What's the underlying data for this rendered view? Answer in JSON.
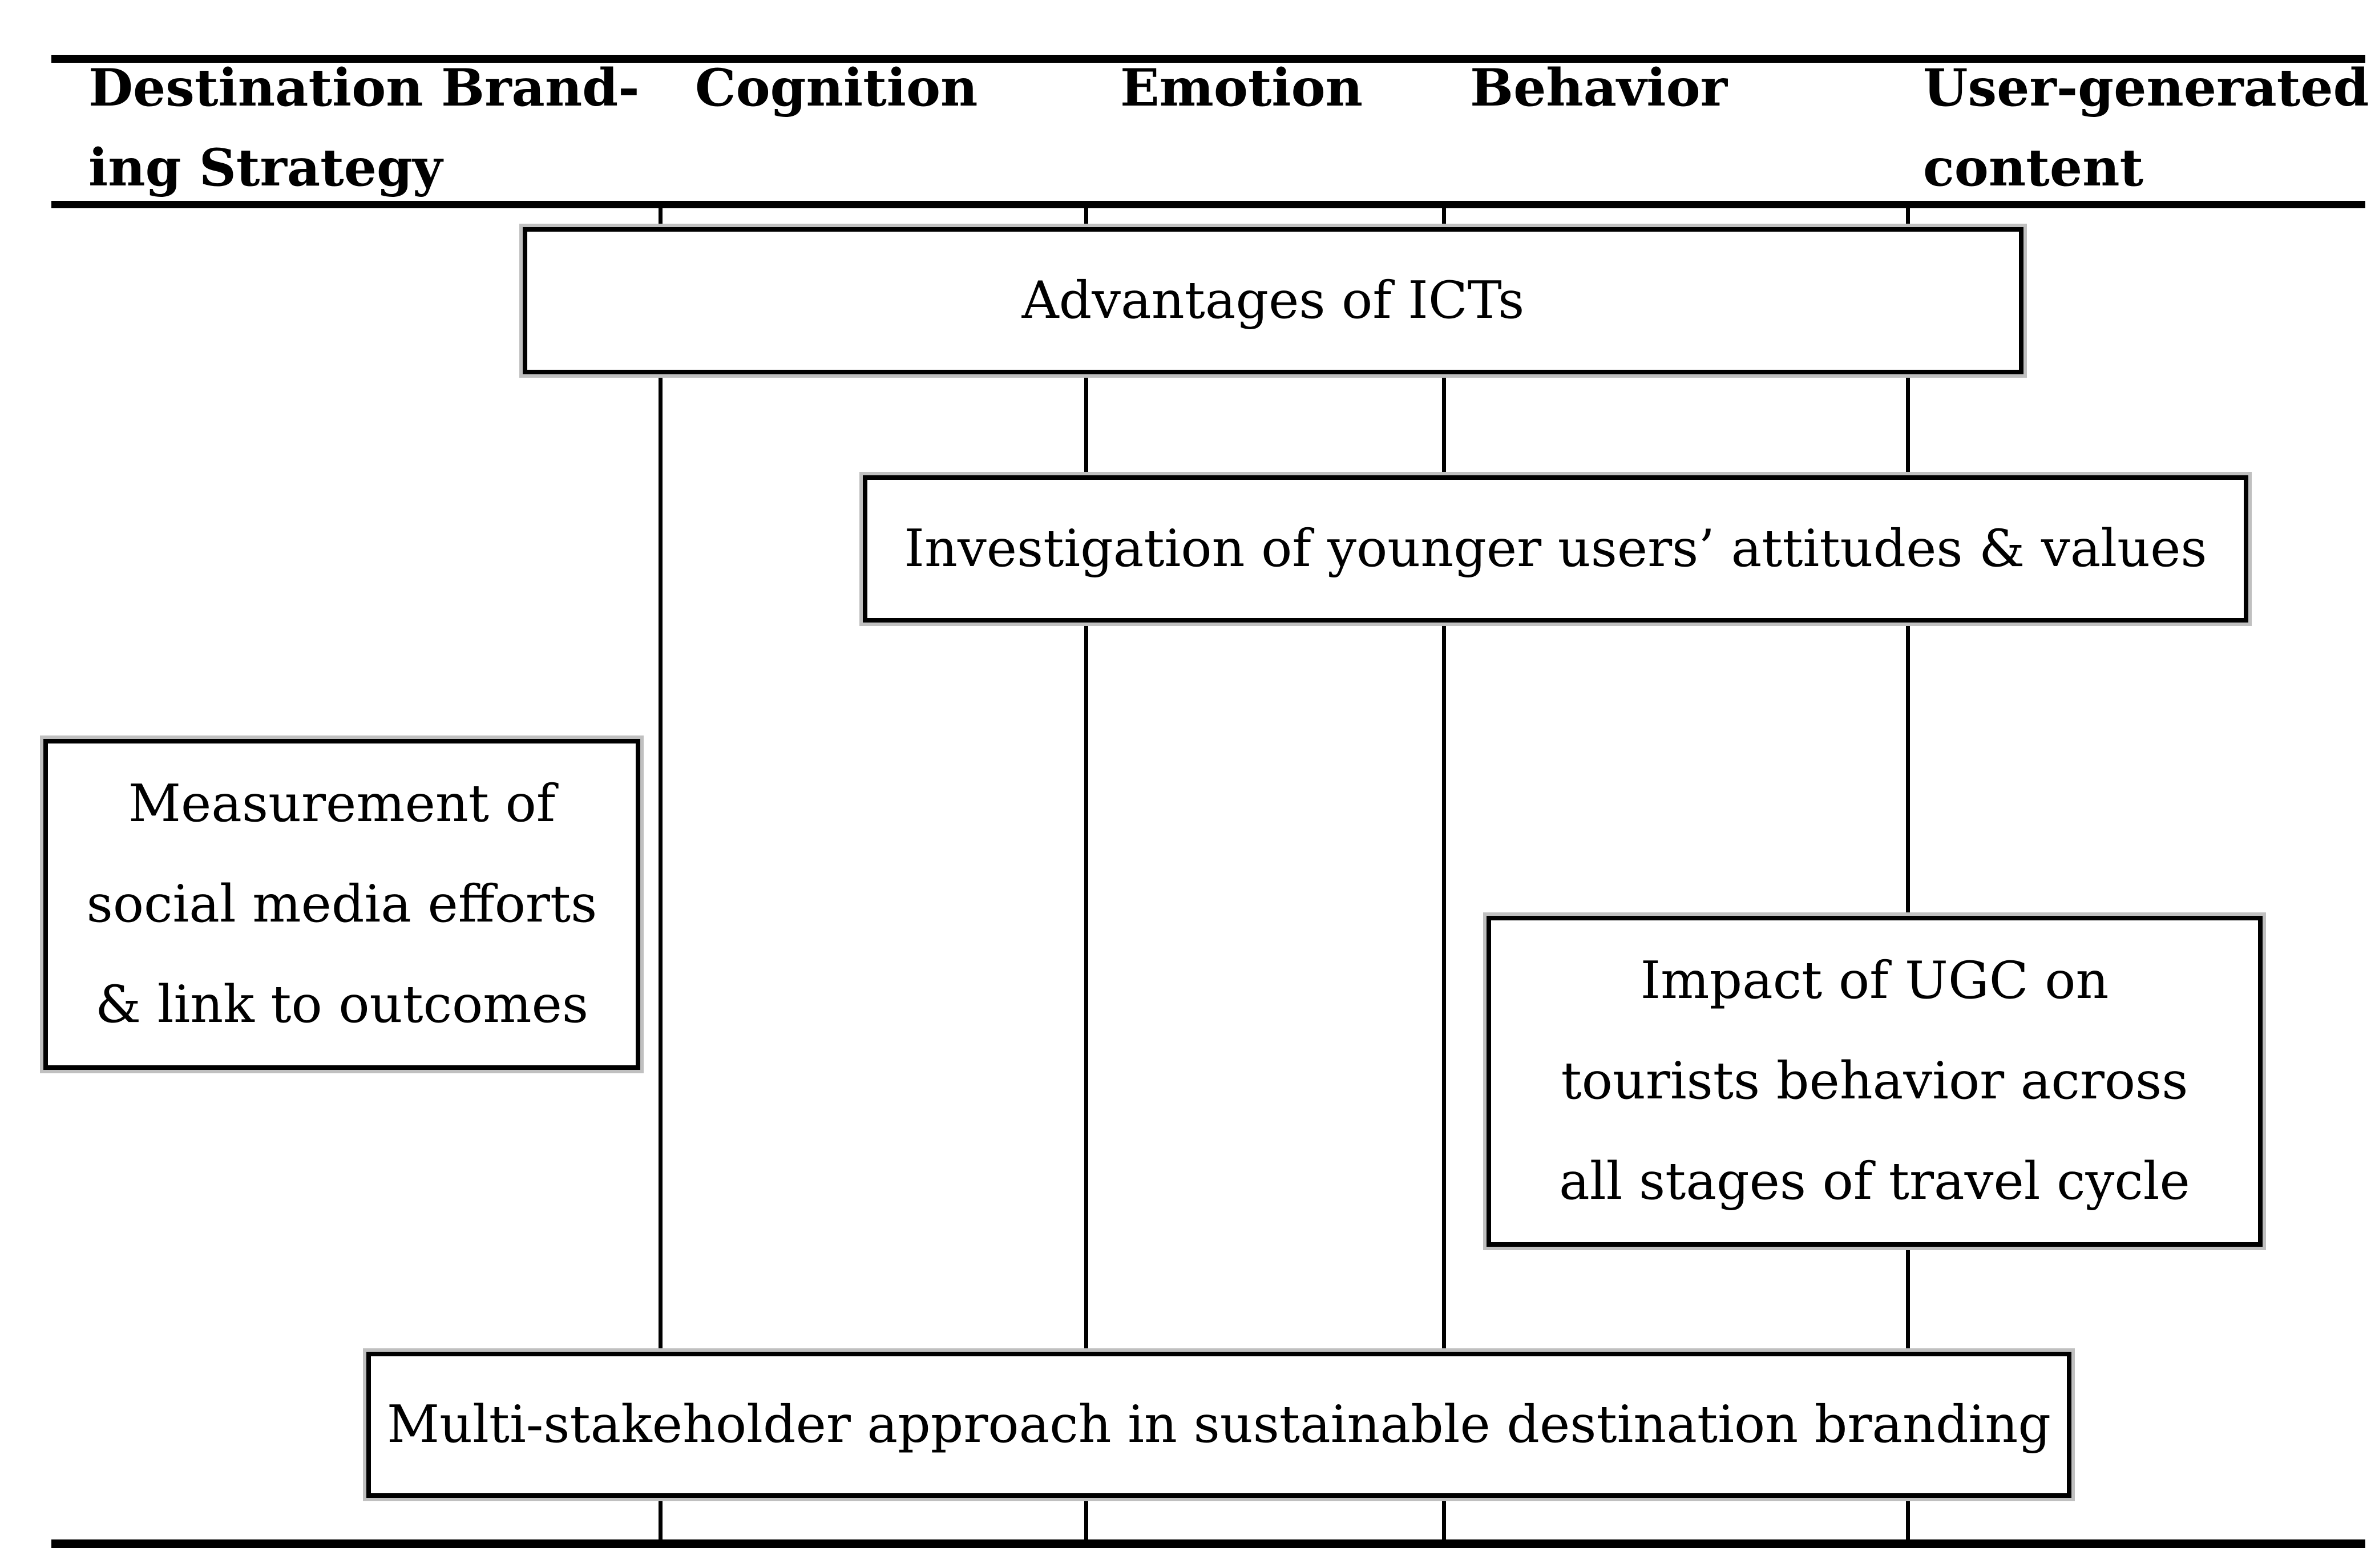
{
  "figure": {
    "columns": [
      {
        "id": "destination-branding-strategy",
        "lines": [
          "Destination Brand-",
          "ing Strategy"
        ]
      },
      {
        "id": "cognition",
        "lines": [
          "Cognition"
        ]
      },
      {
        "id": "emotion",
        "lines": [
          "Emotion"
        ]
      },
      {
        "id": "behavior",
        "lines": [
          "Behavior"
        ]
      },
      {
        "id": "user-generated-content",
        "lines": [
          "User-generated",
          "content"
        ]
      }
    ],
    "boxes": [
      {
        "id": "advantages-of-icts",
        "lines": [
          "Advantages of ICTs"
        ]
      },
      {
        "id": "investigation-younger-users",
        "lines": [
          "Investigation of younger users’ attitudes & values"
        ]
      },
      {
        "id": "measurement-social-media",
        "lines": [
          "Measurement of",
          "social media efforts",
          "& link to outcomes"
        ]
      },
      {
        "id": "impact-of-ugc",
        "lines": [
          "Impact of UGC on",
          "tourists behavior across",
          "all stages of travel cycle"
        ]
      },
      {
        "id": "multi-stakeholder-approach",
        "lines": [
          "Multi-stakeholder approach in sustainable destination branding"
        ]
      }
    ],
    "colors": {
      "ink": "#000000",
      "box_background": "#ffffff",
      "box_halo": "#c0c0c0",
      "page_background": "#ffffff"
    }
  }
}
